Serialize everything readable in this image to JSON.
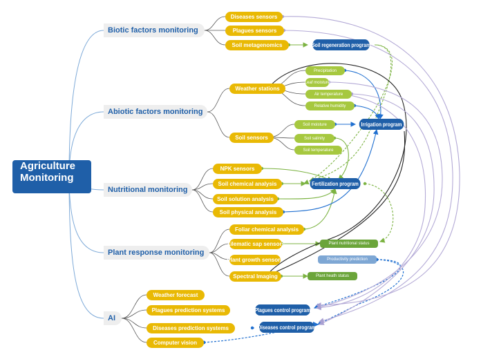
{
  "root": {
    "line1": "Agriculture",
    "line2": "Monitoring"
  },
  "categories": {
    "biotic": "Biotic factors monitoring",
    "abiotic": "Abiotic factors monitoring",
    "nutritional": "Nutritional monitoring",
    "plant": "Plant response monitoring",
    "ai": "AI"
  },
  "biotic": [
    "Diseases sensors",
    "Plagues sensors",
    "Soil metagenomics"
  ],
  "abiotic": {
    "weather": "Weather stations",
    "soil": "Soil sensors",
    "weather_items": [
      "Precipitation",
      "Leaf moisture",
      "Air temperature",
      "Relative humidity"
    ],
    "soil_items": [
      "Soil moisture",
      "Soil salinity",
      "Soil temperature"
    ]
  },
  "nutritional": [
    "NPK sensors",
    "Soil chemical analysis",
    "Soil solution analysis",
    "Soil physical analysis"
  ],
  "plant": [
    "Foliar chemical analysis",
    "Xilematic sap sensors",
    "Plant growth sensors",
    "Spectral Imaging"
  ],
  "plant_outputs": [
    "Plant nutritional status",
    "Productivity prediction",
    "Plant heath status"
  ],
  "ai": [
    "Weather forecast",
    "Plagues prediction systems",
    "Diseases prediction systems",
    "Computer vision"
  ],
  "programs": {
    "soil_regeneration": "Soil regeneration program",
    "irrigation": "Irrigation program",
    "fertilization": "Fertilization program",
    "plagues_control": "Plagues control program",
    "diseases_control": "Diseases control program"
  },
  "colors": {
    "root_blue": "#1f5fa8",
    "yellow": "#e9b904",
    "light_green": "#a6c83f",
    "dark_green": "#6ba53a",
    "light_blue": "#7ea7d4",
    "tree_line": "#7eaad8",
    "lavender": "#b3a9d6",
    "black": "#222222"
  }
}
